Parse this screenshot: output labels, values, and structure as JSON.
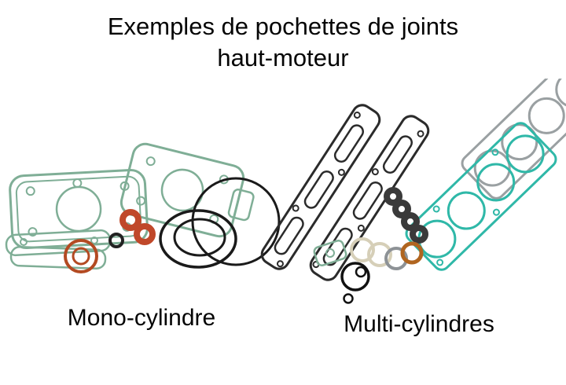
{
  "title": {
    "line1": "Exemples de pochettes de joints",
    "line2": "haut-moteur"
  },
  "captions": {
    "left": "Mono-cylindre",
    "right": "Multi-cylindres"
  },
  "image": {
    "description": "Photo of two top-end engine gasket kits laid out on a white background",
    "left_group": "single-cylinder gasket set: green paper gaskets, copper exhaust ring, orange o-rings, large black rubber o-rings",
    "right_group": "multi-cylinder gasket set: black valve-cover gaskets, teal 4-bore head gasket, grey head gasket, valve stem seals, copper and fibre washers"
  },
  "colors": {
    "background": "#ffffff",
    "text": "#050505",
    "gasket_green": "#7fae96",
    "gasket_teal": "#2fb8a8",
    "gasket_grey": "#9aa0a2",
    "rubber_black": "#2b2b2b",
    "copper": "#b0651f",
    "orange_ring": "#c0482a"
  }
}
